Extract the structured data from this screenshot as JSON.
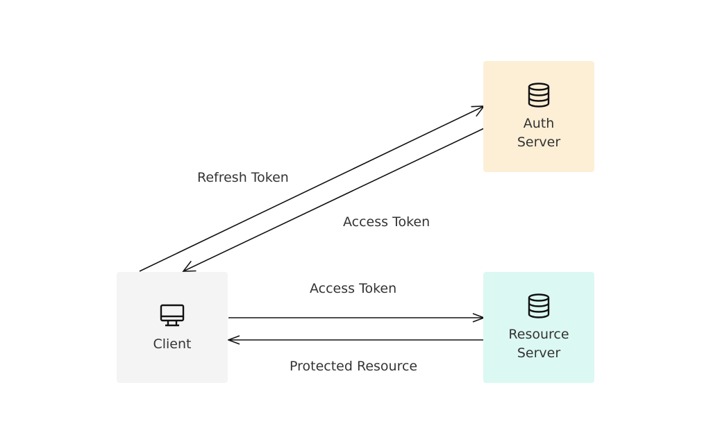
{
  "nodes": {
    "client": {
      "label": "Client",
      "icon": "monitor-icon",
      "color": "#f4f4f4"
    },
    "auth_server": {
      "label": "Auth\nServer",
      "icon": "database-icon",
      "color": "#fdefd6"
    },
    "resource_server": {
      "label": "Resource\nServer",
      "icon": "database-icon",
      "color": "#dcf8f2"
    }
  },
  "edges": {
    "refresh_token": {
      "label": "Refresh Token",
      "from": "Client",
      "to": "Auth Server"
    },
    "access_token_auth": {
      "label": "Access Token",
      "from": "Auth Server",
      "to": "Client"
    },
    "access_token_resource": {
      "label": "Access Token",
      "from": "Client",
      "to": "Resource Server"
    },
    "protected_resource": {
      "label": "Protected Resource",
      "from": "Resource Server",
      "to": "Client"
    }
  }
}
